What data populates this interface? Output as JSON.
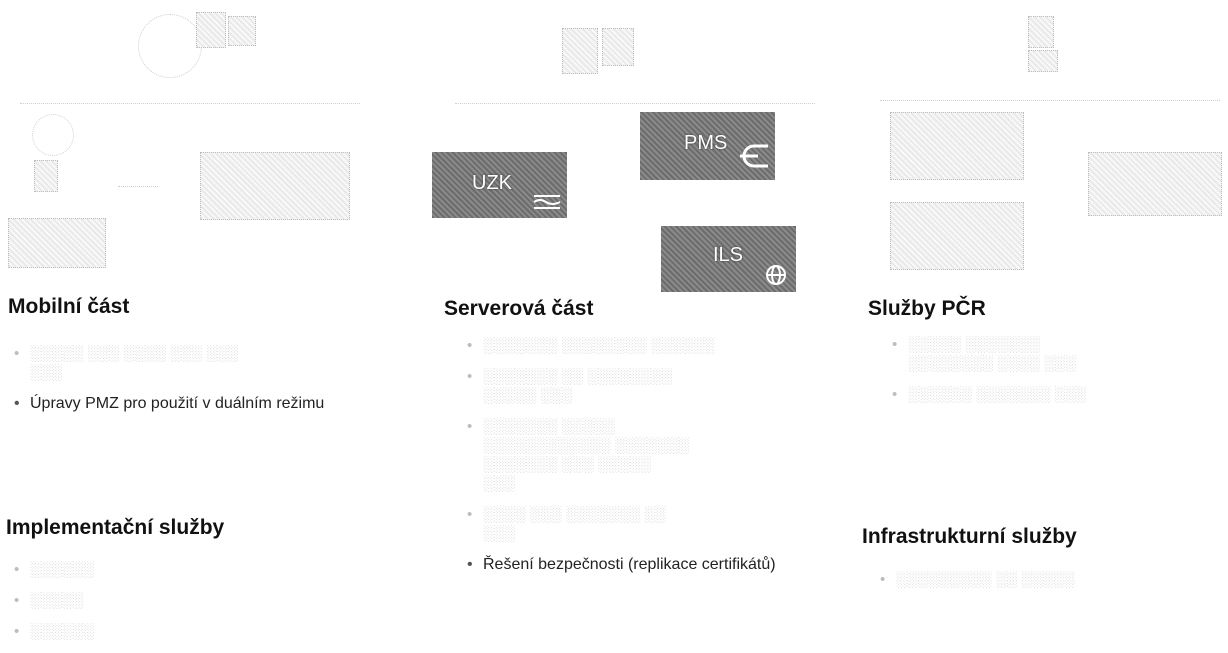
{
  "columns": {
    "mobile": {
      "title": "Mobilní část",
      "bullets": [
        {
          "text": "Úpravy PMZ pro použití v duálním režimu",
          "visible": true
        }
      ]
    },
    "server": {
      "title": "Serverová část",
      "boxes": [
        {
          "label": "UZK",
          "icon": "cable-icon"
        },
        {
          "label": "PMS",
          "icon": "plug-icon"
        },
        {
          "label": "ILS",
          "icon": "globe-icon"
        }
      ],
      "bullets": [
        {
          "text": "Řešení bezpečnosti (replikace certifikátů)",
          "visible": true
        }
      ]
    },
    "police": {
      "title": "Služby PČR"
    }
  },
  "sections": {
    "implementation": {
      "title": "Implementační služby"
    },
    "infrastructure": {
      "title": "Infrastrukturní služby"
    }
  },
  "colors": {
    "dark_box": "#777777",
    "faded": "#d0d0d0",
    "text": "#111111"
  }
}
